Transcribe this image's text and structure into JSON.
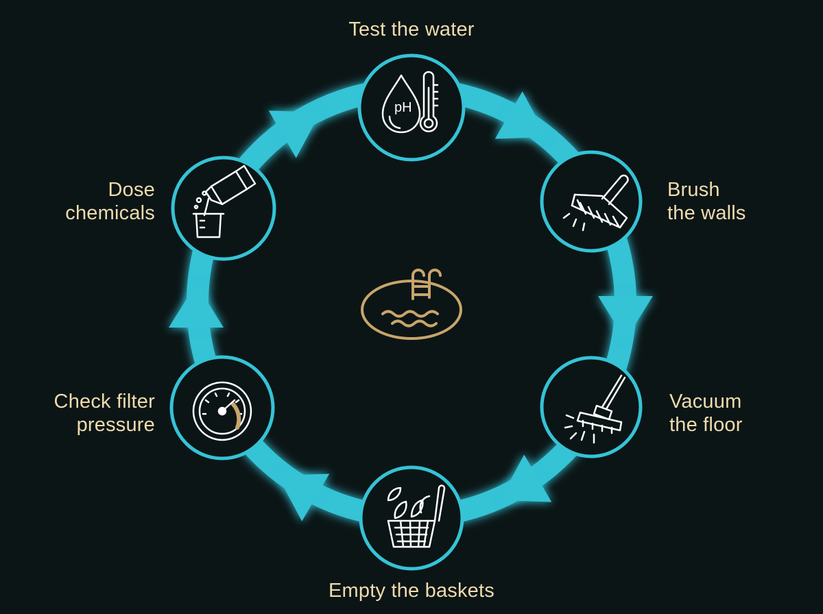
{
  "steps": [
    {
      "id": "test-water",
      "lines": [
        "Test the water"
      ],
      "icon": "ph-thermometer-icon"
    },
    {
      "id": "brush-walls",
      "lines": [
        "Brush",
        "the walls"
      ],
      "icon": "brush-icon"
    },
    {
      "id": "vacuum-floor",
      "lines": [
        "Vacuum",
        "the floor"
      ],
      "icon": "pool-vacuum-icon"
    },
    {
      "id": "empty-baskets",
      "lines": [
        "Empty the baskets"
      ],
      "icon": "skimmer-basket-icon"
    },
    {
      "id": "check-filter",
      "lines": [
        "Check filter",
        "pressure"
      ],
      "icon": "pressure-gauge-icon"
    },
    {
      "id": "dose-chemicals",
      "lines": [
        "Dose",
        "chemicals"
      ],
      "icon": "chemical-pour-icon"
    }
  ],
  "center_icon": "pool-ladder-icon",
  "colors": {
    "background": "#0c1516",
    "ring": "#35c3d6",
    "node_fill": "#0c1516",
    "icon": "#ffffff",
    "accent": "#c9a56b",
    "label": "#eedcae"
  }
}
